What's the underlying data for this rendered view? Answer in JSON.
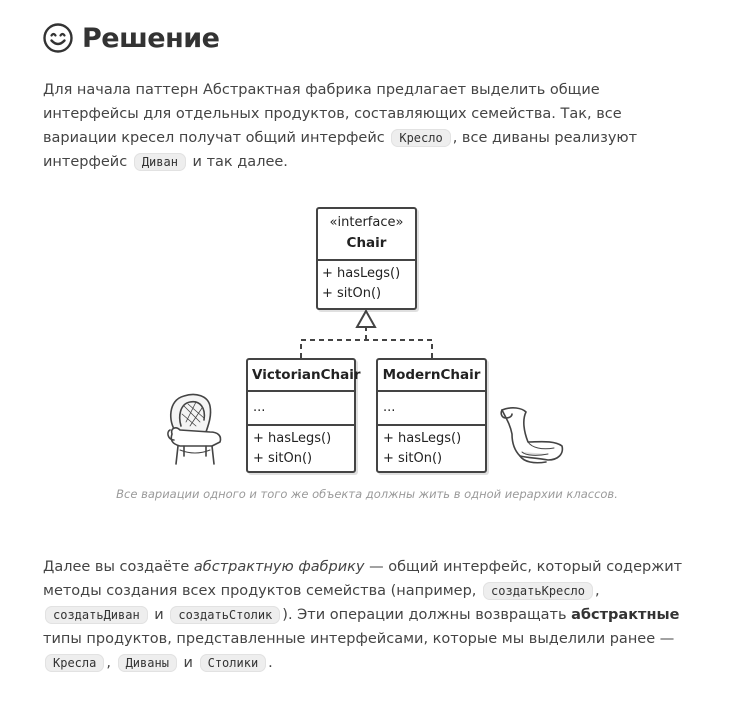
{
  "heading": {
    "icon": "smile-icon",
    "title": "Решение"
  },
  "intro": {
    "line1": "Для начала паттерн Абстрактная фабрика предлагает выделить общие интерфейсы для отдельных продуктов, составляющих семейства. Так, все вариации кресел получат общий интерфейс ",
    "code1": "Кресло",
    "line2": ", все диваны реализуют интерфейс ",
    "code2": "Диван",
    "line3": " и так далее."
  },
  "diagram": {
    "interface": {
      "stereotype": "«interface»",
      "name": "Chair",
      "methods": [
        "+ hasLegs()",
        "+ sitOn()"
      ]
    },
    "victorian": {
      "name": "VictorianChair",
      "fields": "...",
      "methods": [
        "+ hasLegs()",
        "+ sitOn()"
      ]
    },
    "modern": {
      "name": "ModernChair",
      "fields": "...",
      "methods": [
        "+ hasLegs()",
        "+ sitOn()"
      ]
    },
    "caption": "Все вариации одного и того же объекта должны жить в одной иерархии классов.",
    "icons": [
      "victorian-armchair-icon",
      "modern-chair-icon"
    ]
  },
  "factory": {
    "t1": "Далее вы создаёте ",
    "em1": "абстрактную фабрику",
    "t2": " — общий интерфейс, который содержит методы создания всех продуктов семейства (например, ",
    "code1": "создатьКресло",
    "t3": ", ",
    "code2": "создатьДиван",
    "t4": " и ",
    "code3": "создатьСтолик",
    "t5": "). Эти операции должны возвращать ",
    "b1": "абстрактные",
    "t6": " типы продуктов, представленные интерфейсами, которые мы выделили ранее — ",
    "code4": "Кресла",
    "t7": ", ",
    "code5": "Диваны",
    "t8": " и ",
    "code6": "Столики",
    "t9": "."
  }
}
